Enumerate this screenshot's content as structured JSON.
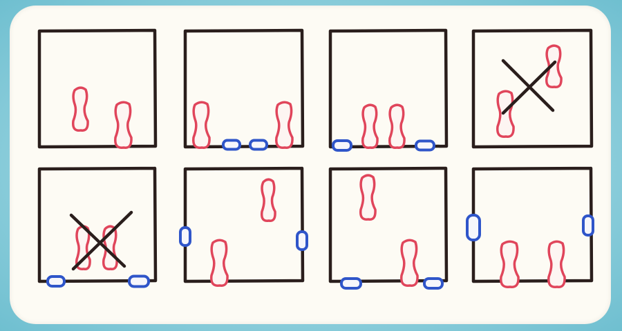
{
  "colors": {
    "box_stroke": "#2a1e1c",
    "pip_stroke": "#e0455b",
    "pip_fill": "#fdf5f2",
    "marker_stroke": "#2f55c9",
    "marker_fill": "#f6f6fb",
    "cross_stroke": "#2a1e1c"
  },
  "panels": [
    {
      "crossed": false,
      "pip_count": 2,
      "marker_count": 0
    },
    {
      "crossed": false,
      "pip_count": 2,
      "marker_count": 2
    },
    {
      "crossed": false,
      "pip_count": 2,
      "marker_count": 2
    },
    {
      "crossed": true,
      "pip_count": 2,
      "marker_count": 0
    },
    {
      "crossed": true,
      "pip_count": 2,
      "marker_count": 2
    },
    {
      "crossed": false,
      "pip_count": 2,
      "marker_count": 2
    },
    {
      "crossed": false,
      "pip_count": 2,
      "marker_count": 2
    },
    {
      "crossed": false,
      "pip_count": 2,
      "marker_count": 2
    }
  ]
}
